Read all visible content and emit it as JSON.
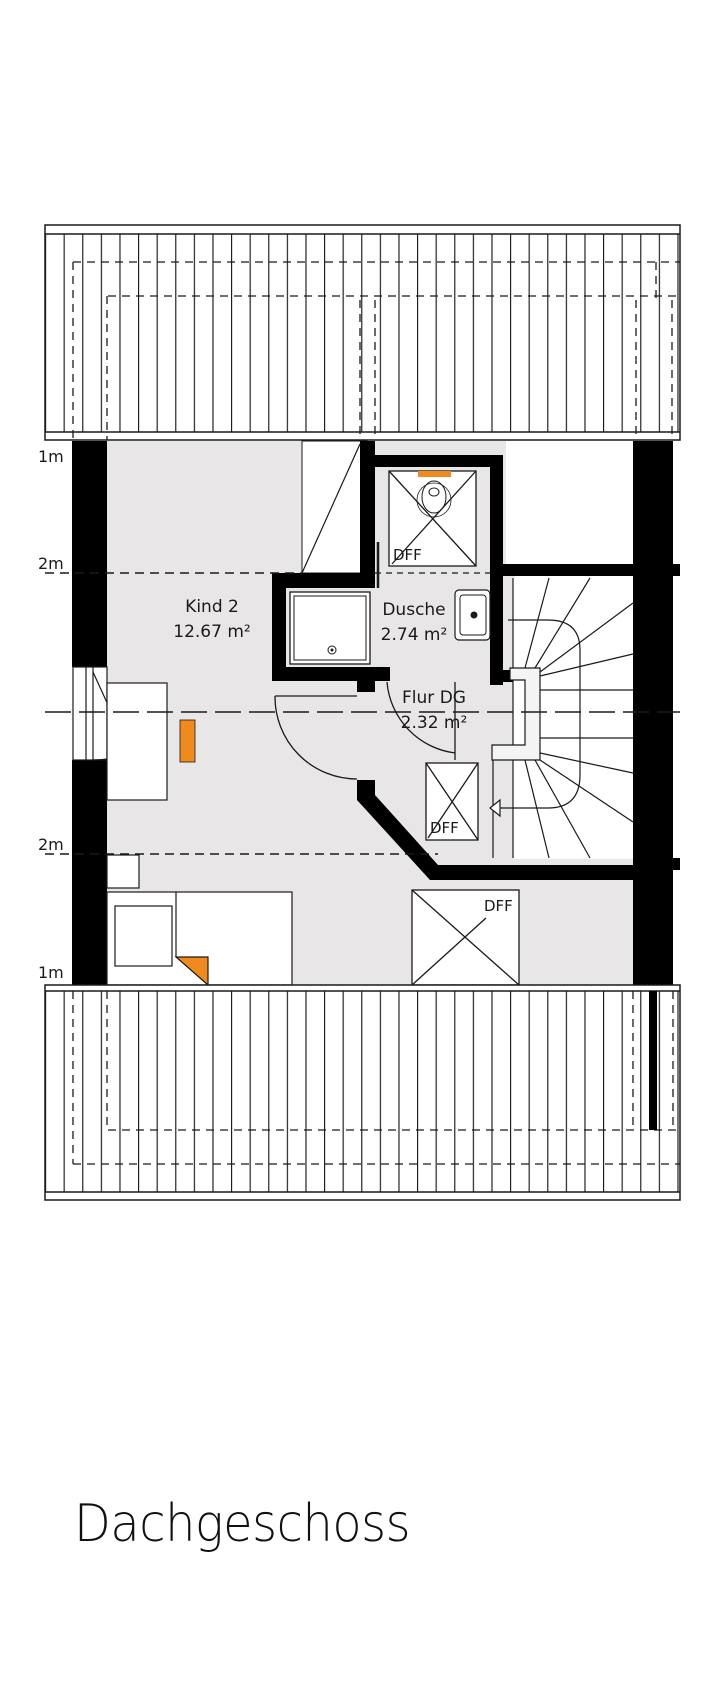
{
  "title": "Dachgeschoss",
  "colors": {
    "wall": "#000000",
    "floor": "#e8e6e7",
    "line": "#1a1a1a",
    "accent_orange": "#ee8a1e",
    "background": "#ffffff"
  },
  "height_markers": {
    "top_1m": "1m",
    "top_2m": "2m",
    "bottom_2m": "2m",
    "bottom_1m": "1m"
  },
  "rooms": [
    {
      "name": "Kind 2",
      "area": "12.67 m²"
    },
    {
      "name": "Dusche",
      "area": "2.74 m²"
    },
    {
      "name": "Flur DG",
      "area": "2.32 m²"
    }
  ],
  "skylights": [
    {
      "label": "DFF",
      "location": "WC"
    },
    {
      "label": "DFF",
      "location": "Flur"
    },
    {
      "label": "DFF",
      "location": "Kind 2 south"
    }
  ],
  "fixtures": [
    "toilet",
    "shower-tray",
    "washbasin",
    "radiator",
    "stairs",
    "bed",
    "desk",
    "wardrobe",
    "window"
  ]
}
